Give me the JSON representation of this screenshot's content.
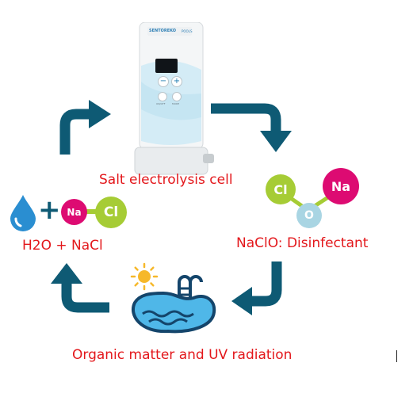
{
  "labels": {
    "cell": "Salt electrolysis cell",
    "reactants": "H2O + NaCl",
    "product": "NaClO: Disinfectant",
    "process": "Organic matter and UV radiation"
  },
  "device": {
    "brand": "SENTOREKO",
    "sub": "POOLS",
    "btn_minus": "−",
    "btn_plus": "+",
    "btn_left_caption": "ON/OFF",
    "btn_right_caption": "MODE"
  },
  "molecules": {
    "na": "Na",
    "cl": "Cl",
    "o": "O",
    "plus": "+"
  },
  "colors": {
    "arrow": "#0e5a74",
    "label_red": "#e3171b",
    "na_magenta": "#dd0b72",
    "cl_green": "#a6cc35",
    "o_blue": "#a9d5e3",
    "water_blue": "#2a8ed1",
    "sun_yellow": "#f6b82a",
    "pool_blue": "#4fb7e8",
    "pool_dark": "#14456b"
  },
  "icons": {
    "water": "water-drop-icon",
    "sun": "sun-icon",
    "pool": "pool-icon"
  }
}
